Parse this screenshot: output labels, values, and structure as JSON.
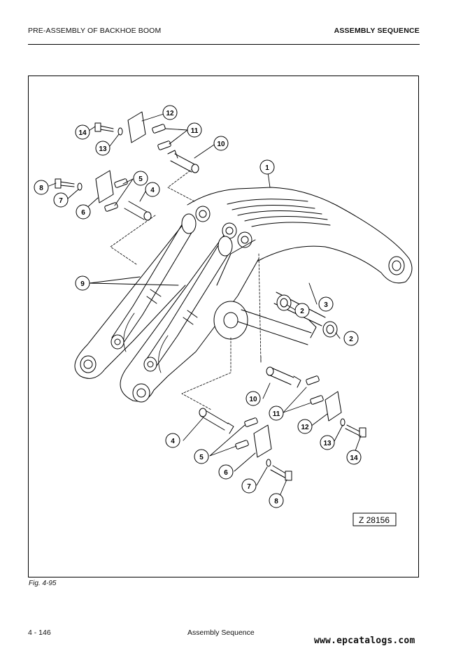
{
  "header": {
    "left_title": "PRE-ASSEMBLY OF BACKHOE BOOM",
    "right_title": "ASSEMBLY SEQUENCE"
  },
  "figure": {
    "drawing_number": "Z 28156",
    "caption": "Fig. 4-95",
    "callouts": {
      "c1": "1",
      "c2a": "2",
      "c2b": "2",
      "c3": "3",
      "c4a": "4",
      "c4b": "4",
      "c5a": "5",
      "c5b": "5",
      "c6a": "6",
      "c6b": "6",
      "c7a": "7",
      "c7b": "7",
      "c8a": "8",
      "c8b": "8",
      "c9": "9",
      "c10a": "10",
      "c10b": "10",
      "c11a": "11",
      "c11b": "11",
      "c12a": "12",
      "c12b": "12",
      "c13a": "13",
      "c13b": "13",
      "c14a": "14",
      "c14b": "14"
    }
  },
  "footer": {
    "page_number": "4 - 146",
    "section_title": "Assembly Sequence",
    "watermark": "www.epcatalogs.com"
  }
}
